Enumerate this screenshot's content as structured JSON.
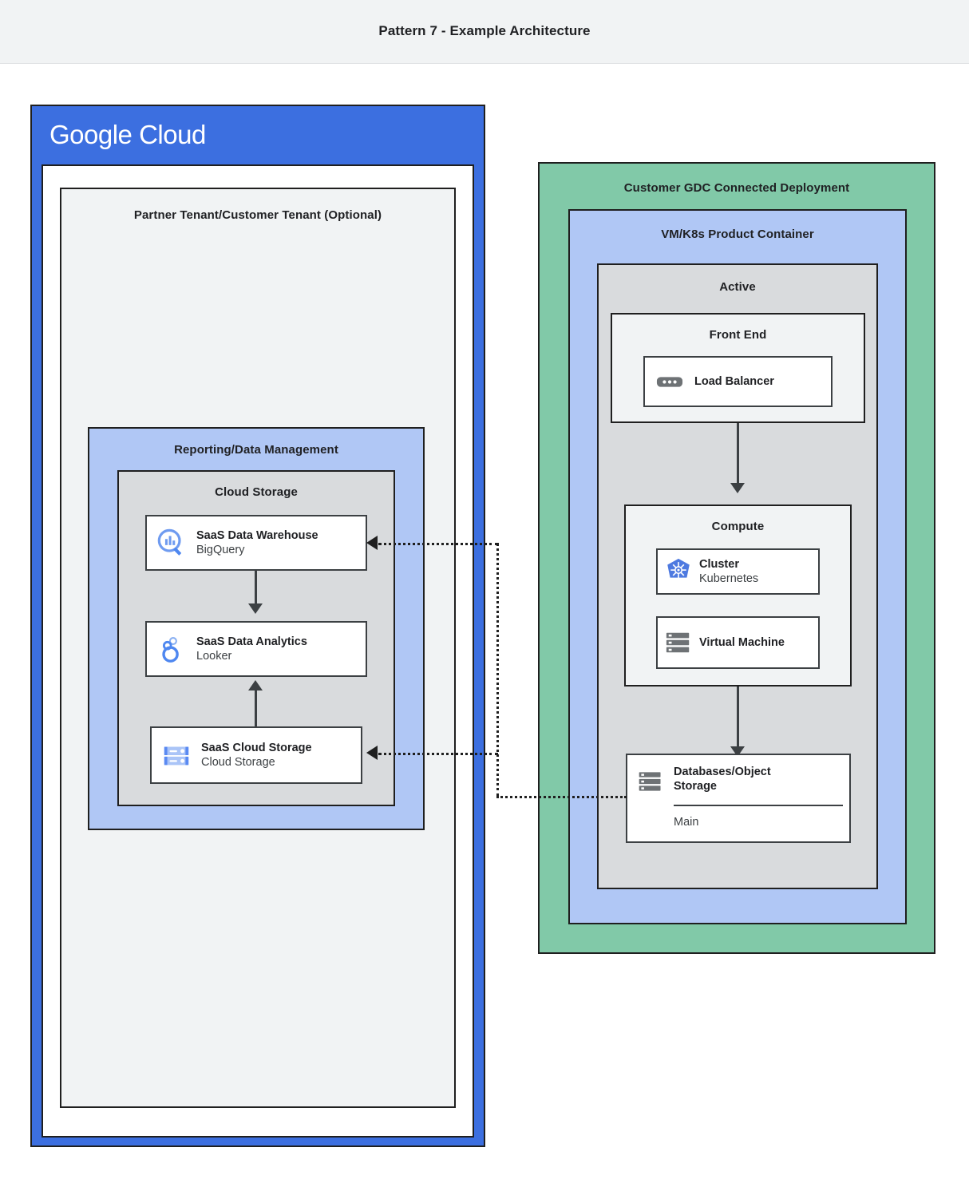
{
  "header": {
    "title": "Pattern 7 - Example Architecture"
  },
  "google_cloud": {
    "logo_part1": "Google",
    "logo_part2": "Cloud",
    "tenant": {
      "title": "Partner Tenant/Customer Tenant (Optional)"
    },
    "reporting": {
      "title": "Reporting/Data Management",
      "cloud_storage_group": {
        "title": "Cloud Storage"
      },
      "services": [
        {
          "name": "SaaS Data Warehouse",
          "product": "BigQuery",
          "icon": "bigquery-icon"
        },
        {
          "name": "SaaS Data Analytics",
          "product": "Looker",
          "icon": "looker-icon"
        },
        {
          "name": "SaaS Cloud Storage",
          "product": "Cloud Storage",
          "icon": "cloud-storage-icon"
        }
      ]
    }
  },
  "gdc": {
    "title": "Customer GDC Connected Deployment",
    "product_container": {
      "title": "VM/K8s Product Container"
    },
    "active": {
      "title": "Active"
    },
    "front_end": {
      "title": "Front End",
      "service": {
        "name": "Load Balancer",
        "icon": "load-balancer-icon"
      }
    },
    "compute": {
      "title": "Compute",
      "services": [
        {
          "name": "Cluster",
          "product": "Kubernetes",
          "icon": "kubernetes-icon"
        },
        {
          "name": "Virtual Machine",
          "product": "",
          "icon": "virtual-machine-icon"
        }
      ]
    },
    "database": {
      "name": "Databases/Object Storage",
      "detail": "Main",
      "icon": "database-icon"
    }
  },
  "colors": {
    "google_blue": "#3c6fe0",
    "light_blue": "#b0c7f5",
    "green": "#81c9a8",
    "gray": "#d9dbdd",
    "light_gray": "#f1f3f4",
    "outline": "#1f1f1f"
  }
}
